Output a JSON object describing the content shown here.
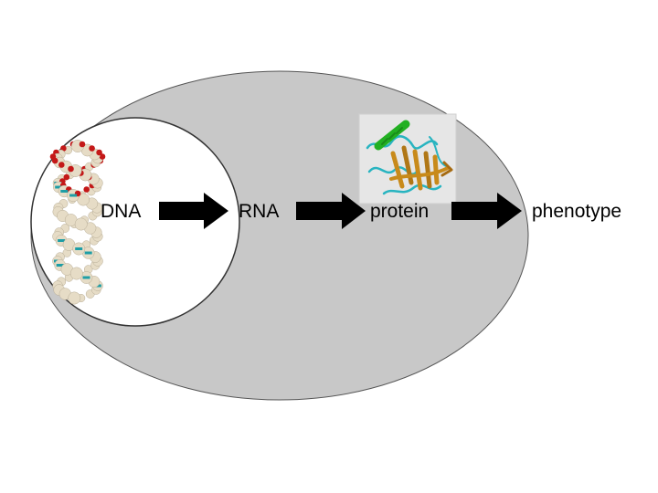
{
  "diagram": {
    "labels": {
      "dna": "DNA",
      "rna": "RNA",
      "protein": "protein",
      "phenotype": "phenotype"
    },
    "colors": {
      "cell": "#c8c8c8",
      "nucleus": "#ffffff",
      "outline": "#333333",
      "arrow": "#000000",
      "dna_sphere": "#e6dcc6",
      "dna_oxygen": "#c41818",
      "dna_backbone": "#1e9ea6",
      "protein_helix": "#22b022",
      "protein_sheet": "#c88a1a",
      "protein_coil": "#28b4c0"
    },
    "icons": [
      "dna-helix-model",
      "protein-ribbon-model",
      "right-arrow"
    ]
  }
}
